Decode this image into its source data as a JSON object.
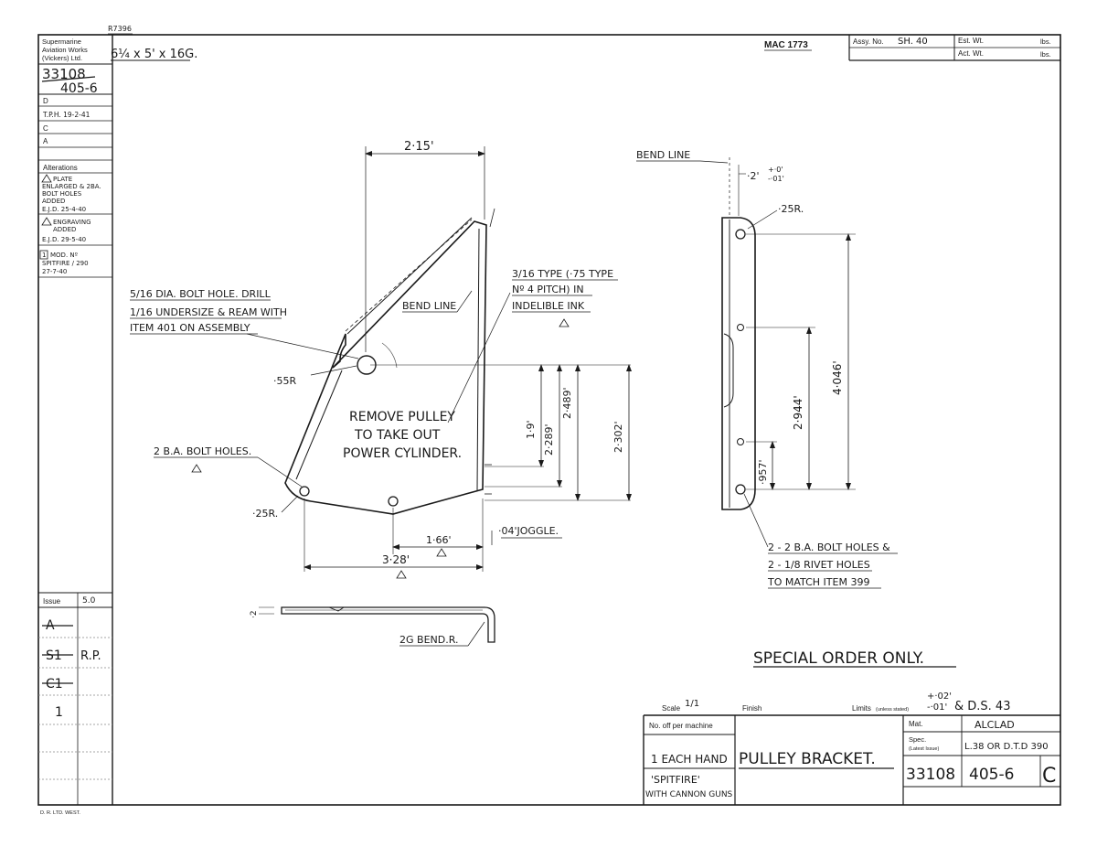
{
  "sheet": {
    "top_ref": "R7396",
    "company": [
      "Supermarine",
      "Aviation Works",
      "(Vickers) Ltd."
    ],
    "drawing_no_top": "33108",
    "drawing_no_bottom": "405-6",
    "rev_rows": [
      "D",
      "T.P.H. 19-2-41",
      "C",
      "A"
    ],
    "alterations_heading": "Alterations",
    "alterations": [
      [
        "PLATE",
        "ENLARGED & 2BA.",
        "BOLT HOLES",
        "ADDED",
        "E.J.D. 25-4-40"
      ],
      [
        "ENGRAVING",
        "ADDED",
        "E.J.D. 29-5-40"
      ],
      [
        "MOD. Nº",
        "SPITFIRE / 290",
        "27-7-40"
      ]
    ],
    "issue_label": "Issue",
    "issue_value": "5.0",
    "issue_rows": [
      "A",
      "S1",
      "C1",
      "1"
    ],
    "issue_initials": "R.P.",
    "printer": "D. R. LTD. WEST."
  },
  "header": {
    "material_size": "6¼ x 5' x 16G.",
    "mac_ref": "MAC 1773",
    "assy_label": "Assy. No.",
    "assy_value": "SH. 40",
    "est_wt": "Est. Wt.",
    "act_wt": "Act. Wt.",
    "lbs": "lbs."
  },
  "notes": {
    "bolt_hole": [
      "5/16 DIA. BOLT HOLE. DRILL",
      "1/16 UNDERSIZE & REAM WITH",
      "ITEM 401 ON ASSEMBLY"
    ],
    "bend_line_left": "BEND LINE",
    "bend_line_right": "BEND LINE",
    "type_note": [
      "3/16 TYPE (·75 TYPE",
      "Nº 4 PITCH) IN",
      "INDELIBLE INK"
    ],
    "remove_pulley": [
      "REMOVE PULLEY",
      "TO TAKE OUT",
      "POWER CYLINDER."
    ],
    "ba_bolt_holes": "2 B.A. BOLT HOLES.",
    "rivet_note": [
      "2 - 2 B.A. BOLT HOLES &",
      "2 - 1/8 RIVET HOLES",
      "TO MATCH ITEM 399"
    ],
    "bend_r": "2G BEND.R.",
    "special_order": "SPECIAL  ORDER  ONLY."
  },
  "dims": {
    "top_width": "2·15'",
    "r_hole": "·55R",
    "r_corner_left": "·25R.",
    "d19": "1·9'",
    "d2289": "2·289'",
    "d2489": "2·489'",
    "d2302": "2·302'",
    "d166": "1·66'",
    "d328": "3·28'",
    "joggle": "·04'JOGGLE.",
    "flange": "·2'",
    "tol": [
      "+·0'",
      "-·01'"
    ],
    "r_corner_right": "·25R.",
    "d4046": "4·046'",
    "d2944": "2·944'",
    "d957": "·957'",
    "d2small": "·2"
  },
  "title_block": {
    "scale_label": "Scale",
    "scale_value": "1/1",
    "finish_label": "Finish",
    "limits_label": "Limits",
    "limits_note": "(unless stated)",
    "limits_plus": "+·02'",
    "limits_minus": "-·01'",
    "limits_ds": "& D.S. 43",
    "no_off_label": "No. off per machine",
    "no_off_value": "1 EACH HAND",
    "aircraft_1": "'SPITFIRE'",
    "aircraft_2": "WITH CANNON GUNS",
    "part_name": "PULLEY  BRACKET.",
    "mat_label": "Mat.",
    "mat_value": "ALCLAD",
    "spec_label": "Spec.",
    "spec_note": "(Latest Issue)",
    "spec_value": "L.38 OR D.T.D 390",
    "no1": "33108",
    "no2": "405-6",
    "rev": "C"
  }
}
